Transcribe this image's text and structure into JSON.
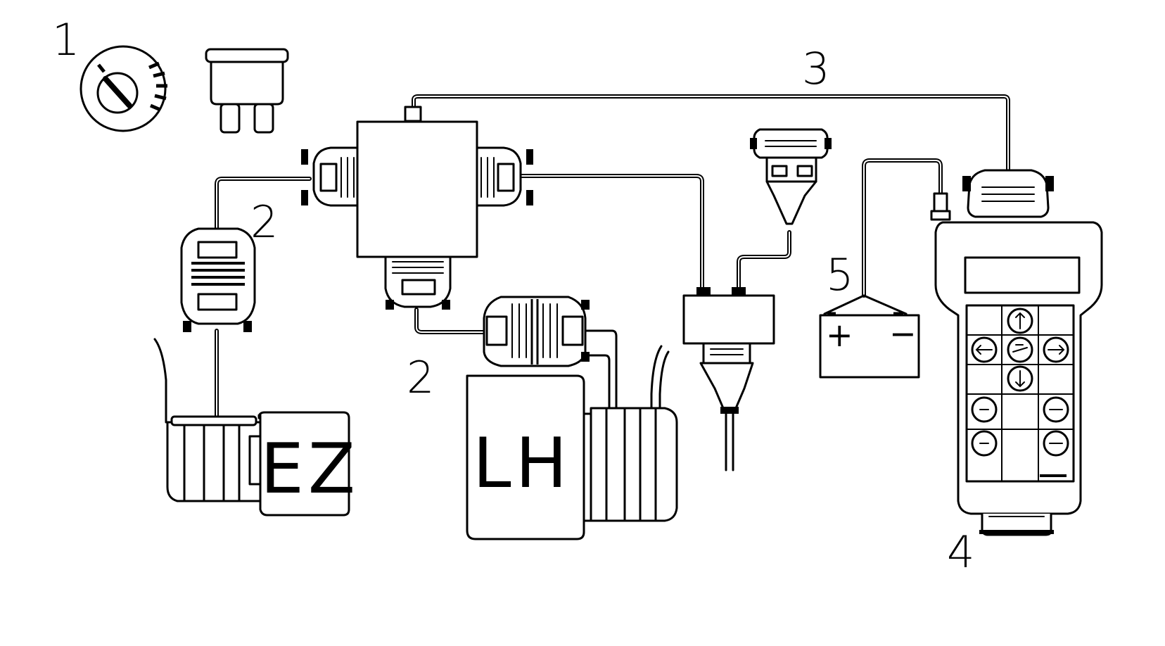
{
  "callouts": {
    "c1": "1",
    "c2a": "2",
    "c2b": "2",
    "c3": "3",
    "c4": "4",
    "c5": "5"
  },
  "units": {
    "ez": "EZ",
    "lh": "LH"
  },
  "battery": {
    "plus": "+",
    "minus": "−"
  }
}
